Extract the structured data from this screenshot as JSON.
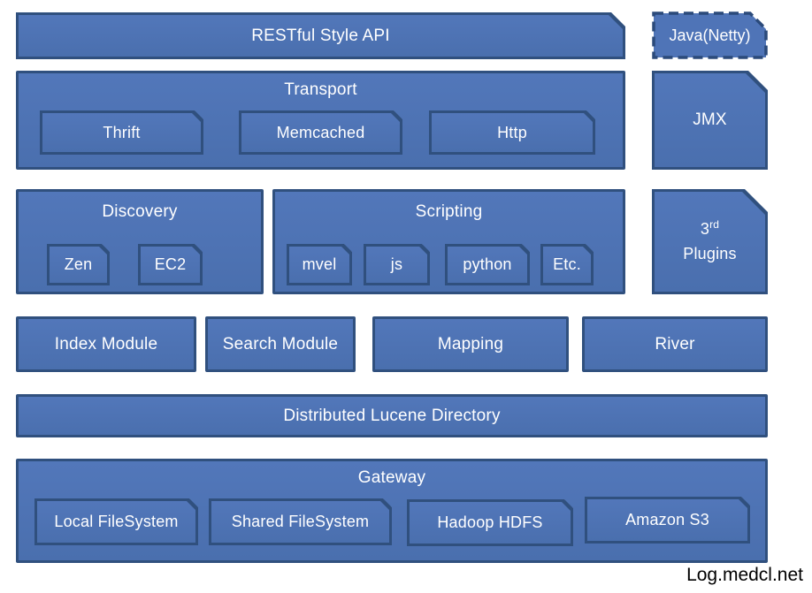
{
  "diagram": {
    "subject": "Elasticsearch architecture diagram",
    "colors": {
      "block_fill": "#4f74b7",
      "block_border": "#30507e",
      "text": "#ffffff",
      "watermark_text": "#000000"
    },
    "rows": {
      "api": {
        "restful": "RESTful Style API",
        "java_netty": "Java(Netty)"
      },
      "transport": {
        "title": "Transport",
        "children": {
          "thrift": "Thrift",
          "memcached": "Memcached",
          "http": "Http"
        },
        "side": "JMX"
      },
      "modules_upper": {
        "discovery_title": "Discovery",
        "discovery_children": {
          "zen": "Zen",
          "ec2": "EC2"
        },
        "scripting_title": "Scripting",
        "scripting_children": {
          "mvel": "mvel",
          "js": "js",
          "python": "python",
          "etc": "Etc."
        },
        "plugins": {
          "prefix": "3",
          "sup": "rd",
          "word": "Plugins"
        }
      },
      "modules_lower": {
        "index_module": "Index Module",
        "search_module": "Search Module",
        "mapping": "Mapping",
        "river": "River"
      },
      "lucene": {
        "label": "Distributed Lucene Directory"
      },
      "gateway": {
        "title": "Gateway",
        "children": {
          "local_fs": "Local FileSystem",
          "shared_fs": "Shared FileSystem",
          "hadoop_hdfs": "Hadoop HDFS",
          "amazon_s3": "Amazon S3"
        }
      }
    },
    "watermark": "Log.medcl.net"
  }
}
